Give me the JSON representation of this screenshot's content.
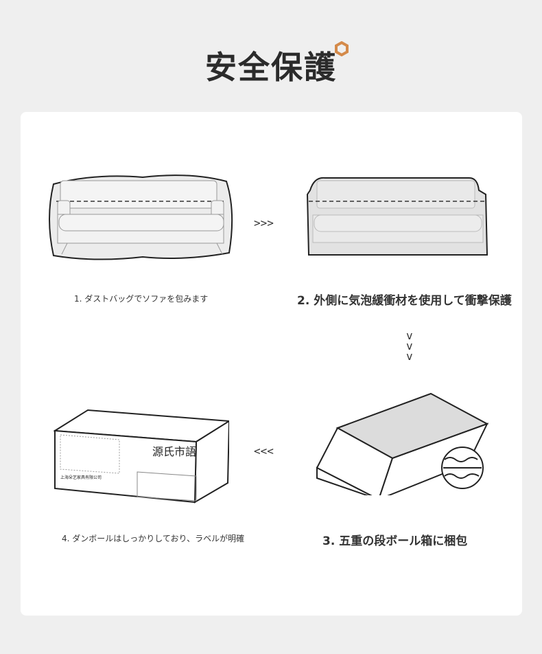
{
  "title": "安全保護",
  "steps": [
    {
      "label": "1. ダストバッグでソファを包みます"
    },
    {
      "label": "2. 外側に気泡緩衝材を使用して衝撃保護"
    },
    {
      "label": "3. 五重の段ボール箱に梱包"
    },
    {
      "label": "4. ダンボールはしっかりしており、ラベルが明確"
    }
  ],
  "arrows": {
    "right": ">>>",
    "down": [
      "v",
      "v",
      "v"
    ],
    "left": "<<<"
  },
  "box_label": {
    "brand": "源氏市語",
    "company": "上海朵艺家具有限公司"
  },
  "colors": {
    "accent": "#d48a4a",
    "background": "#efefef",
    "card": "#ffffff"
  }
}
